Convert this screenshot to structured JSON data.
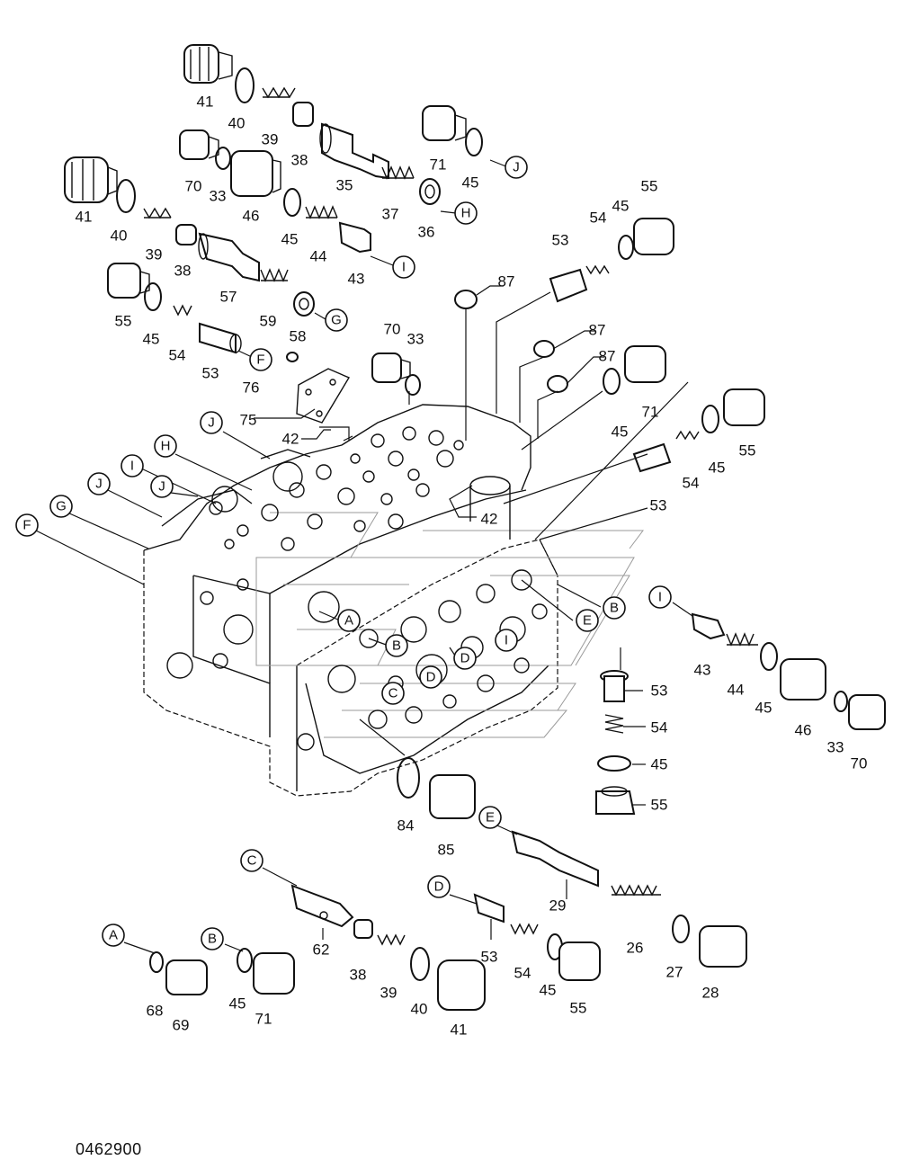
{
  "document_code": "0462900",
  "part_numbers": {
    "p26": "26",
    "p27": "27",
    "p28": "28",
    "p29": "29",
    "p33a": "33",
    "p33b": "33",
    "p33c": "33",
    "p35": "35",
    "p36": "36",
    "p37": "37",
    "p38a": "38",
    "p38b": "38",
    "p38c": "38",
    "p39a": "39",
    "p39b": "39",
    "p39c": "39",
    "p40a": "40",
    "p40b": "40",
    "p40c": "40",
    "p41a": "41",
    "p41b": "41",
    "p41c": "41",
    "p42a": "42",
    "p42b": "42",
    "p43a": "43",
    "p43b": "43",
    "p44a": "44",
    "p44b": "44",
    "p45a": "45",
    "p45b": "45",
    "p45c": "45",
    "p45d": "45",
    "p45e": "45",
    "p45f": "45",
    "p45g": "45",
    "p45h": "45",
    "p45i": "45",
    "p45j": "45",
    "p46a": "46",
    "p46b": "46",
    "p53a": "53",
    "p53b": "53",
    "p53c": "53",
    "p53d": "53",
    "p53e": "53",
    "p54a": "54",
    "p54b": "54",
    "p54c": "54",
    "p54d": "54",
    "p54e": "54",
    "p55a": "55",
    "p55b": "55",
    "p55c": "55",
    "p55d": "55",
    "p55e": "55",
    "p57": "57",
    "p58": "58",
    "p59": "59",
    "p62": "62",
    "p68": "68",
    "p69": "69",
    "p70a": "70",
    "p70b": "70",
    "p70c": "70",
    "p71a": "71",
    "p71b": "71",
    "p71c": "71",
    "p75": "75",
    "p76": "76",
    "p84": "84",
    "p85": "85",
    "p87a": "87",
    "p87b": "87",
    "p87c": "87"
  },
  "connector_letters": {
    "A": "A",
    "B": "B",
    "C": "C",
    "D": "D",
    "E": "E",
    "F": "F",
    "G": "G",
    "H": "H",
    "I": "I",
    "J": "J"
  }
}
